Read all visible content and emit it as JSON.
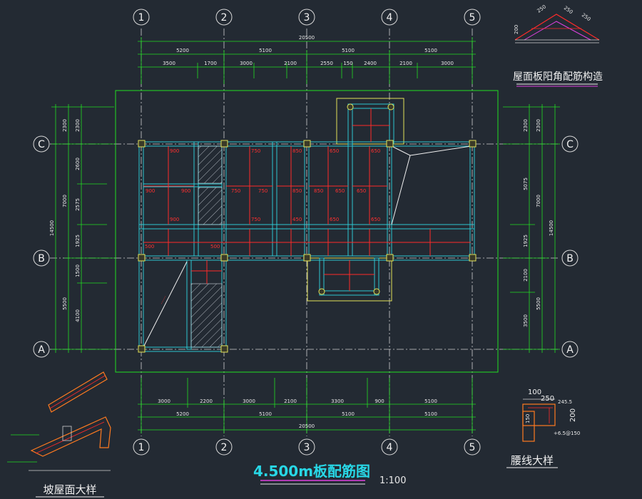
{
  "title": "4.500m板配筋图",
  "scale": "1:100",
  "axes": {
    "columns": [
      "1",
      "2",
      "3",
      "4",
      "5"
    ],
    "rows": [
      "C",
      "B",
      "A"
    ]
  },
  "dims": {
    "top_total": "20500",
    "top_mid": [
      "5200",
      "5100",
      "5100",
      "5100"
    ],
    "top_detail": [
      "3500",
      "1700",
      "3000",
      "2100",
      "2550",
      "150",
      "2400",
      "2100",
      "3000"
    ],
    "bottom_detail": [
      "3000",
      "2200",
      "3000",
      "2100",
      "3300",
      "900",
      "5100"
    ],
    "bottom_mid": [
      "5200",
      "5100",
      "5100",
      "5100"
    ],
    "bottom_total": "20500",
    "left_outer": "14500",
    "left_mid": [
      "2300",
      "7000",
      "5500"
    ],
    "left_inner": [
      "2300",
      "2600",
      "2575",
      "1925",
      "1500",
      "4100"
    ],
    "right_outer": "14500",
    "right_mid": [
      "2300",
      "7000",
      "5500"
    ],
    "right_inner": [
      "2300",
      "5075",
      "1925",
      "2100",
      "3500"
    ]
  },
  "rebar_labels": [
    "900",
    "750",
    "850",
    "650",
    "650",
    "900",
    "900",
    "750",
    "750",
    "850",
    "850",
    "650",
    "650",
    "900",
    "750",
    "450",
    "650",
    "650",
    "500",
    "500"
  ],
  "details": {
    "roof_corner": "屋面板阳角配筋构造",
    "roof_corner_dims": [
      "250",
      "250",
      "250",
      "200"
    ],
    "sloped_roof": "坡屋面大样",
    "waist_line": "腰线大样",
    "waist_dims": [
      "100",
      "250",
      "245.5",
      "200",
      "150"
    ],
    "waist_note": "+6.5@150"
  },
  "colors": {
    "background": "#232a33",
    "axis_line": "#d9d9d9",
    "dim_line": "#22dd22",
    "beam": "#2ec7d1",
    "rebar": "#ff2a2a",
    "column": "#e3e35a",
    "title": "#28d7e6",
    "underline": "#e040e0"
  }
}
